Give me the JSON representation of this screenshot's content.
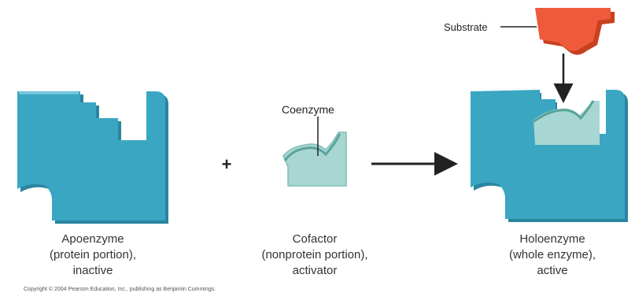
{
  "diagram": {
    "apoenzyme": {
      "lines": [
        "Apoenzyme",
        "(protein portion),",
        "inactive"
      ]
    },
    "cofactor": {
      "lines": [
        "Cofactor",
        "(nonprotein portion),",
        "activator"
      ]
    },
    "holoenzyme": {
      "lines": [
        "Holoenzyme",
        "(whole enzyme),",
        "active"
      ]
    },
    "coenzyme_label": "Coenzyme",
    "substrate_label": "Substrate",
    "plus_sign": "+",
    "copyright": "Copyright © 2004 Pearson Education, Inc., publishing as Benjamin Cummings.",
    "colors": {
      "enzyme": "#3aa6c2",
      "enzyme_shade": "#2a86a0",
      "coenzyme": "#a8d6d2",
      "coenzyme_dark": "#6fb4ad",
      "substrate": "#ee5a3a",
      "substrate_dark": "#c8401f"
    }
  }
}
